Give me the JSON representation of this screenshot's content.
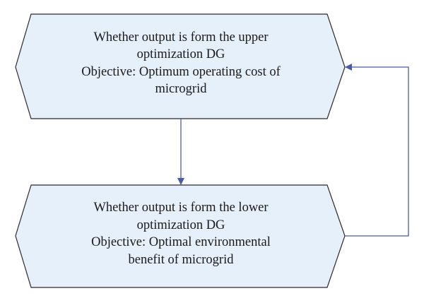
{
  "colors": {
    "node_fill": "#e6f0fa",
    "node_stroke": "#2b2b2b",
    "arrow": "#4a5ba8",
    "text": "#1a1a1a"
  },
  "nodes": {
    "upper": {
      "lines": [
        "Whether output is form the upper",
        "optimization DG",
        "Objective: Optimum operating cost of",
        "microgrid"
      ]
    },
    "lower": {
      "lines": [
        "Whether output is form the lower",
        "optimization DG",
        "Objective: Optimal environmental",
        "benefit of microgrid"
      ]
    }
  }
}
